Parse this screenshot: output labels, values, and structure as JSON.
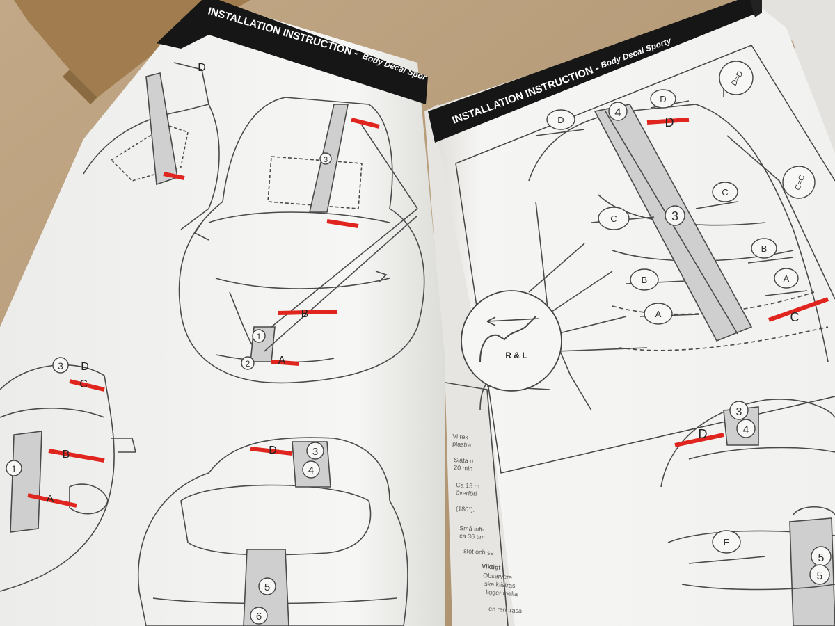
{
  "photo": {
    "subject": "open booklet of vehicle decal installation instructions",
    "colors": {
      "table": "#b89e7c",
      "paper": "#f4f4f2",
      "paper_shadow": "#d9d8d4",
      "header_band": "#161616",
      "line_art": "#4a4a4a",
      "stripe_fill": "#c9c9c9",
      "decal_red": "#e0251f",
      "cardboard": "#a07c4f"
    }
  },
  "left_page": {
    "header_title": "INSTALLATION INSTRUCTION -",
    "header_subtitle": "Body Decal Spor",
    "callouts": {
      "n1": "1",
      "n2": "2",
      "n3": "3",
      "n4": "4",
      "n5": "5",
      "n6": "6",
      "a": "A",
      "b": "B",
      "c": "C",
      "d": "D"
    }
  },
  "right_page": {
    "header_title": "INSTALLATION INSTRUCTION -",
    "header_subtitle": "Body Decal Sporty",
    "callouts": {
      "n3": "3",
      "n4": "4",
      "n5": "5",
      "a": "A",
      "b": "B",
      "c": "C",
      "d": "D",
      "e": "E",
      "d_eq_d": "D=D",
      "c_eq_c": "C=C",
      "detail": "R & L"
    },
    "side_text_fragments": [
      "Vi rek",
      "plastra",
      "Släta u",
      "20 min",
      "Ca 15 m",
      "överföri",
      "(180°).",
      "Små luft-",
      "ca 36 tim",
      "Viktigt",
      "Observera",
      "ska klistras",
      "ligger mella",
      "en ren trasa",
      "stöt och se"
    ]
  }
}
